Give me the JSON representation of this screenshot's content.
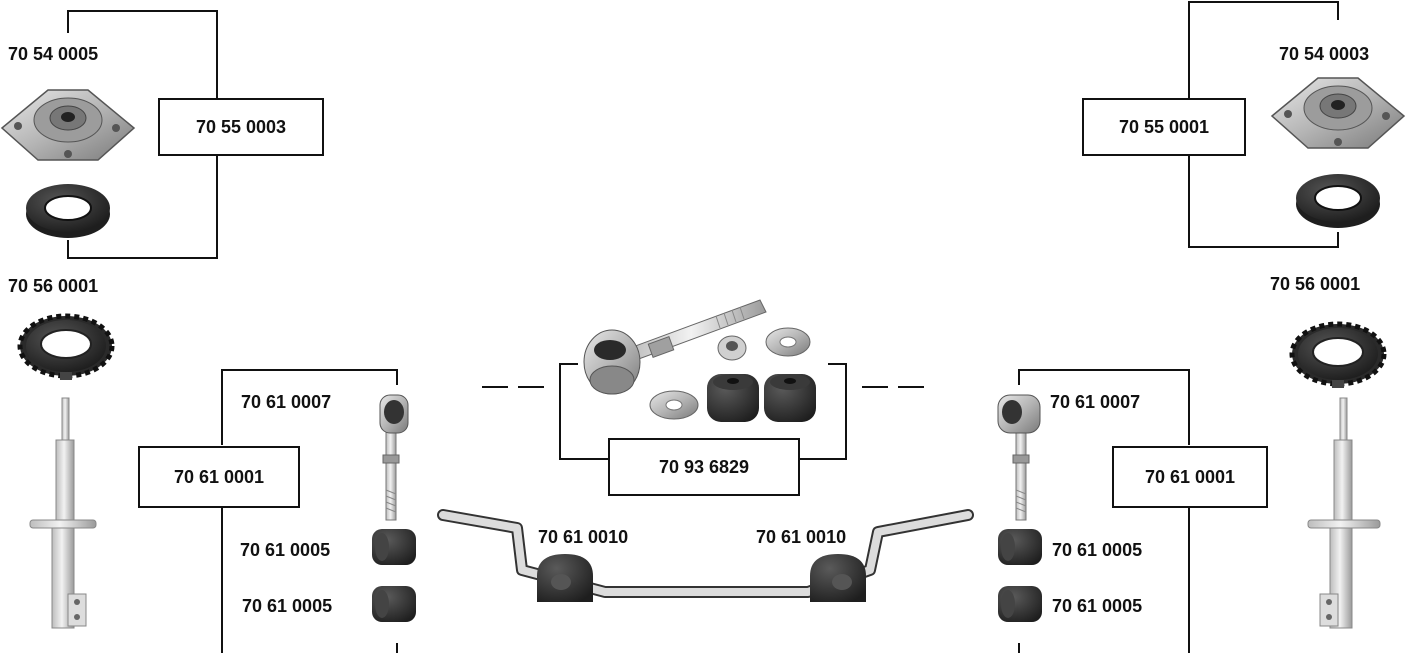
{
  "parts": {
    "left_top_mount": "70 54 0005",
    "left_mount_kit": "70 55 0003",
    "left_spring_pad": "70 56 0001",
    "left_link": "70 61 0007",
    "left_link_kit": "70 61 0001",
    "left_bush_1": "70 61 0005",
    "left_bush_2": "70 61 0005",
    "left_stab_bush": "70 61 0010",
    "center_repair_kit": "70 93 6829",
    "right_stab_bush": "70 61 0010",
    "right_link": "70 61 0007",
    "right_link_kit": "70 61 0001",
    "right_bush_1": "70 61 0005",
    "right_bush_2": "70 61 0005",
    "right_top_mount": "70 54 0003",
    "right_mount_kit": "70 55 0001",
    "right_spring_pad": "70 56 0001"
  },
  "colors": {
    "line": "#111111",
    "metal_light": "#d4d4d4",
    "metal_mid": "#a8a8a8",
    "metal_dark": "#6e6e6e",
    "rubber": "#2e2e2e",
    "rubber_dark": "#1a1a1a"
  }
}
